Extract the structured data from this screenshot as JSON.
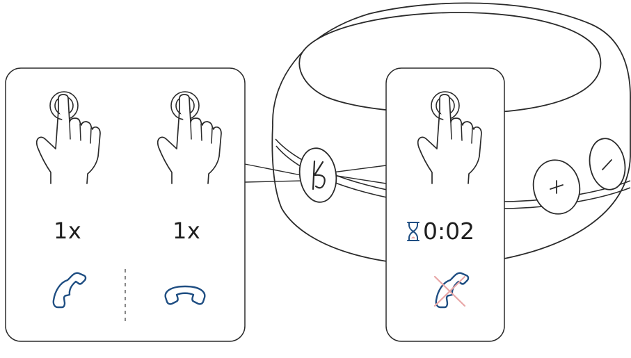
{
  "panels": {
    "answer": {
      "press_count": "1x",
      "icon": "phone-answer-icon"
    },
    "end": {
      "press_count": "1x",
      "icon": "phone-end-icon"
    },
    "reject": {
      "hold_time": "0:02",
      "timer_icon": "hourglass-icon",
      "icon": "phone-reject-icon"
    }
  },
  "device": {
    "buttons": [
      "call-button",
      "volume-up-button",
      "volume-down-button"
    ]
  },
  "colors": {
    "outline": "#2b2b2b",
    "call_icon": "#1f4e82",
    "reject_cross": "#e8a6a6"
  }
}
